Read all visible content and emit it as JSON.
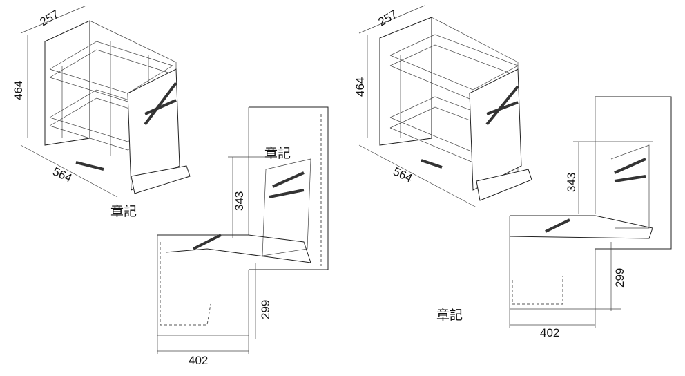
{
  "left_figure": {
    "depth": "257",
    "height": "464",
    "width": "564",
    "mark_a": "章記",
    "mark_b": "章記",
    "lift_height": "343",
    "drop_height": "299",
    "extension": "402"
  },
  "right_figure": {
    "depth": "257",
    "height": "464",
    "width": "564",
    "mark": "章記",
    "lift_height": "343",
    "drop_height": "299",
    "extension": "402"
  },
  "colors": {
    "line": "#222222",
    "background": "#ffffff"
  }
}
